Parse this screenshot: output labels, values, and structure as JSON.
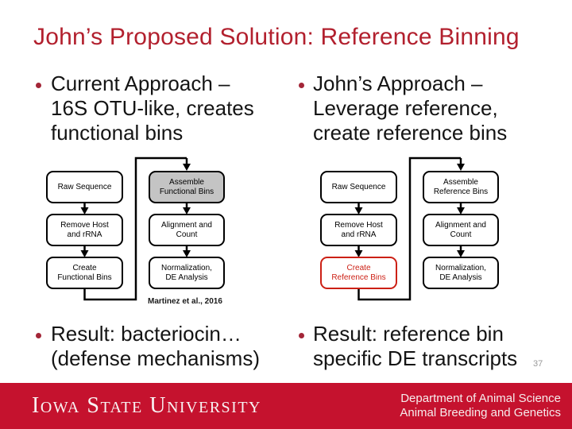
{
  "title": "John’s Proposed Solution: Reference Binning",
  "bullets": {
    "top_left": [
      "Current Approach –",
      "16S OTU-like, creates",
      "functional bins"
    ],
    "top_right": [
      "John’s Approach –",
      "Leverage reference,",
      "create reference bins"
    ],
    "bottom_left": [
      "Result: bacteriocin…",
      "(defense mechanisms)"
    ],
    "bottom_right": [
      "Result: reference bin",
      "specific DE transcripts"
    ]
  },
  "diagrams": [
    {
      "name": "current-approach",
      "boxes": [
        {
          "lines": [
            "Raw Sequence",
            ""
          ]
        },
        {
          "lines": [
            "Remove Host",
            "and rRNA"
          ]
        },
        {
          "lines": [
            "Create",
            "Functional Bins"
          ]
        },
        {
          "lines": [
            "Assemble",
            "Functional Bins"
          ],
          "highlight": "gray"
        },
        {
          "lines": [
            "Alignment and",
            "Count"
          ]
        },
        {
          "lines": [
            "Normalization,",
            "DE Analysis"
          ]
        }
      ]
    },
    {
      "name": "johns-approach",
      "boxes": [
        {
          "lines": [
            "Raw Sequence",
            ""
          ]
        },
        {
          "lines": [
            "Remove Host",
            "and rRNA"
          ]
        },
        {
          "lines": [
            "Create",
            "Reference Bins"
          ],
          "highlight": "red"
        },
        {
          "lines": [
            "Assemble",
            "Reference Bins"
          ]
        },
        {
          "lines": [
            "Alignment and",
            "Count"
          ]
        },
        {
          "lines": [
            "Normalization,",
            "DE Analysis"
          ]
        }
      ]
    }
  ],
  "citation": "Martinez et al., 2016",
  "page_number": "37",
  "footer": {
    "logo_text": "Iowa State University",
    "department_line1": "Department of Animal Science",
    "department_line2": "Animal Breeding and Genetics"
  },
  "colors": {
    "title_red": "#B2202E",
    "footer_red": "#C5122E",
    "highlight_red": "#CC2015",
    "box_gray": "#C4C4C4",
    "bullet_dot": "#A32638"
  }
}
